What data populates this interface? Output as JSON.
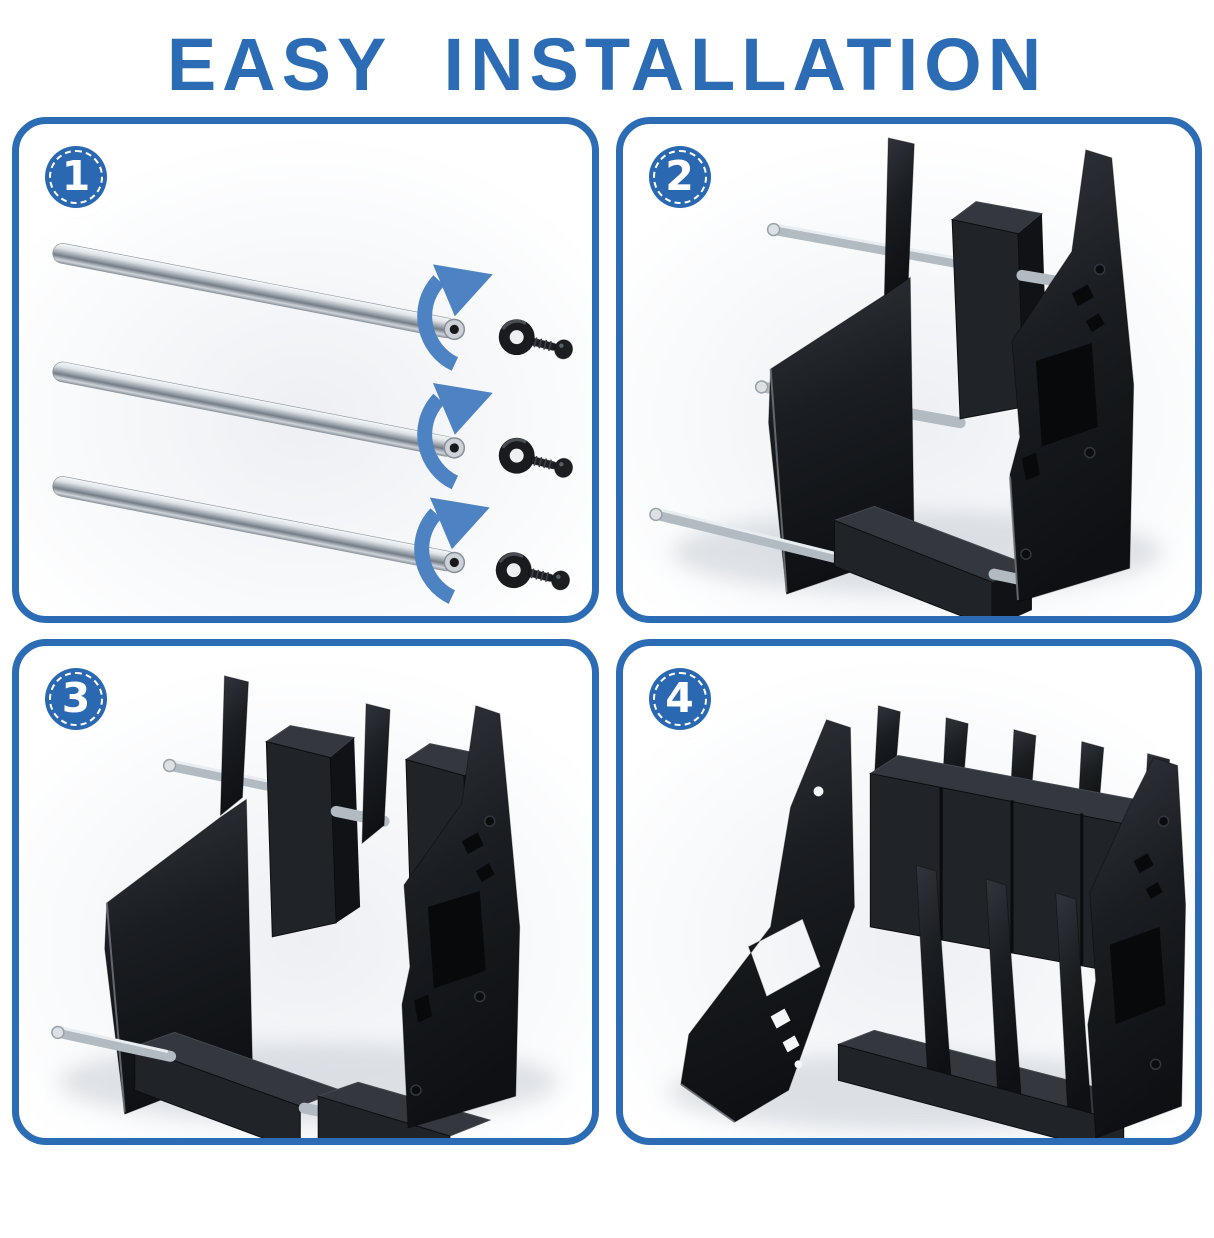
{
  "title": "EASY INSTALLATION",
  "colors": {
    "accent": "#2B6CB5",
    "arrow": "#4D83C3",
    "badge": "#2A69B1",
    "background": "#FFFFFF"
  },
  "steps": [
    {
      "number": "1",
      "illustration": "three-steel-rods-with-flat-washers-screws-and-turn-arrows"
    },
    {
      "number": "2",
      "illustration": "side-plates-and-foam-blocks-slid-onto-rods"
    },
    {
      "number": "3",
      "illustration": "second-divider-section-added-on-rods"
    },
    {
      "number": "4",
      "illustration": "fully-assembled-four-slot-rack-with-end-plates"
    }
  ]
}
